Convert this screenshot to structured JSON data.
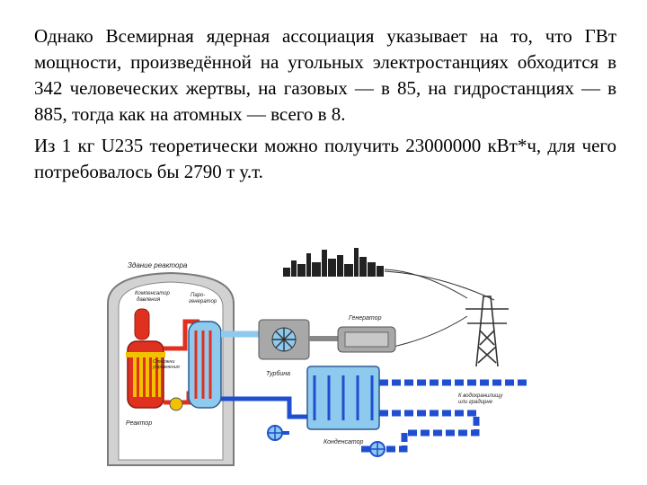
{
  "paragraphs": [
    "Однако Всемирная ядерная ассоциация указывает на то, что ГВт мощности, произведённой на угольных электростанциях обходится в 342 человеческих жертвы, на газовых — в 85, на гидростанциях — в 885, тогда как на атомных — всего в 8.",
    "Из 1 кг U235 теоретически можно получить 23000000 кВт*ч, для чего потребовалось бы 2790 т у.т."
  ],
  "diagram": {
    "labels": {
      "reactor_building": "Здание реактора",
      "pressurizer": "Компенсатор давления",
      "steam_generator": "Паро-генератор",
      "control_rods": "Стержни управления",
      "reactor": "Реактор",
      "turbine": "Турбина",
      "generator": "Генератор",
      "condenser": "Конденсатор",
      "to_reservoir": "К водохранилищу или градирне"
    },
    "colors": {
      "building": "#c8c8c8",
      "hot_loop": "#e03020",
      "cold_water": "#1f4fd0",
      "steam": "#8ec9ee",
      "fuel": "#f2c200",
      "machine": "#a8a8a8"
    }
  }
}
